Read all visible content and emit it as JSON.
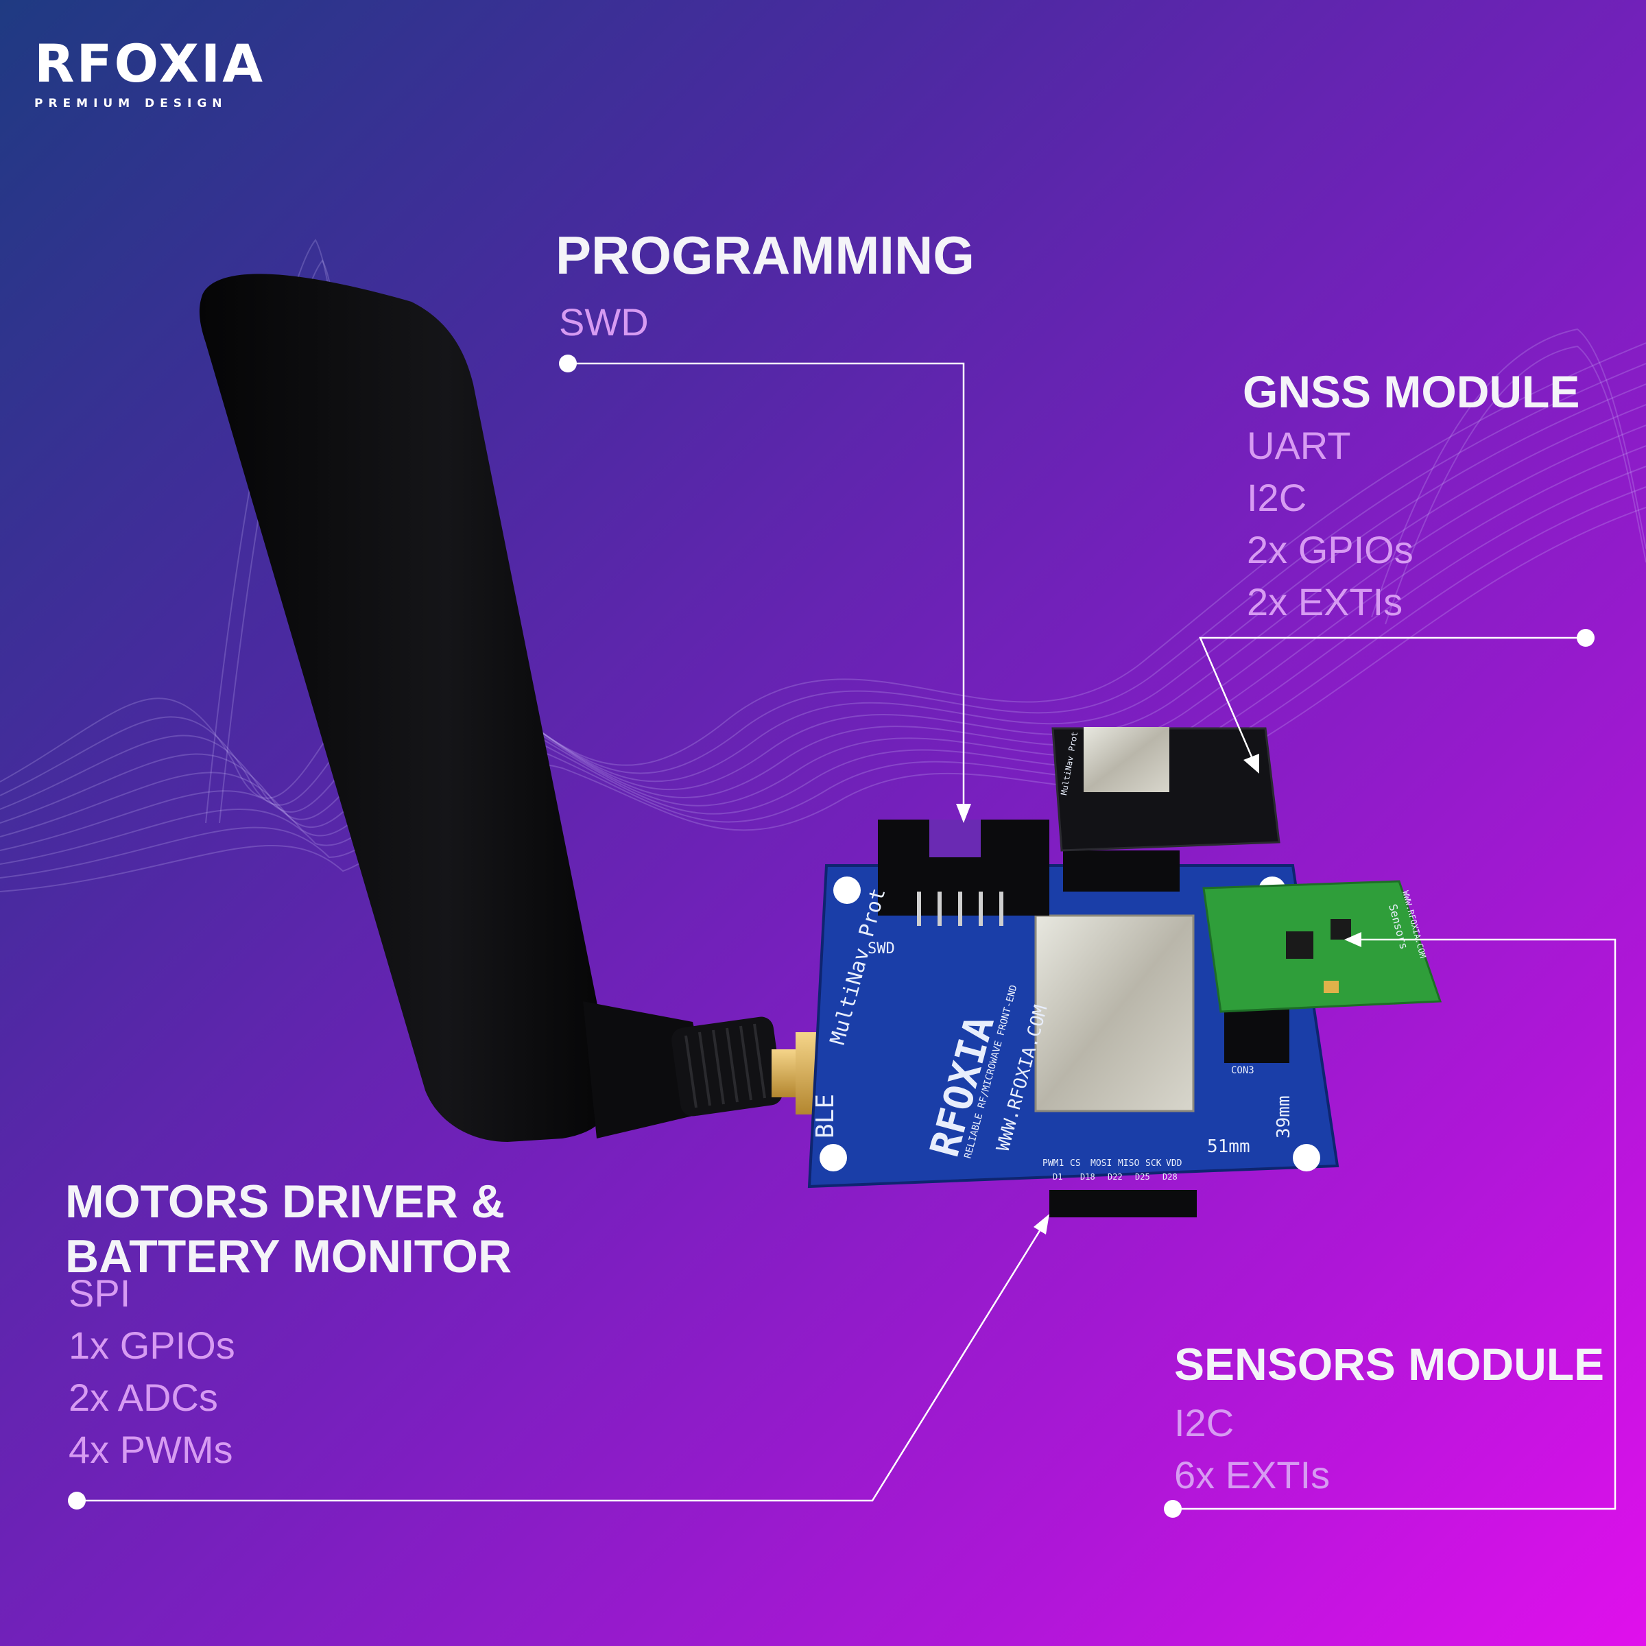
{
  "logo": {
    "wordmark": "RFOXIA",
    "tagline": "PREMIUM DESIGN"
  },
  "callouts": {
    "programming": {
      "title": "PROGRAMMING",
      "items": [
        "SWD"
      ]
    },
    "gnss": {
      "title": "GNSS MODULE",
      "items": [
        "UART",
        "I2C",
        "2x GPIOs",
        "2x EXTIs"
      ]
    },
    "motors": {
      "title_line1": "MOTORS DRIVER &",
      "title_line2": "BATTERY MONITOR",
      "items": [
        "SPI",
        "1x GPIOs",
        "2x ADCs",
        "4x PWMs"
      ]
    },
    "sensors": {
      "title": "SENSORS MODULE",
      "items": [
        "I2C",
        "6x EXTIs"
      ]
    }
  },
  "board": {
    "name": "MultiNav Prot",
    "brand": "RFOXIA",
    "tagline": "RELIABLE RF/MICROWAVE FRONT-END",
    "url": "WWW.RFOXIA.COM",
    "ble_label": "BLE",
    "swd_label": "SWD",
    "dim_width": "51mm",
    "dim_height": "39mm",
    "con_label": "CON3",
    "pin_labels": [
      "PWM1",
      "CS",
      "MOSI",
      "MISO",
      "SCK",
      "VDD"
    ],
    "pin_ids": [
      "D1",
      "D18",
      "D22",
      "D25",
      "D28"
    ],
    "gnss_board_name": "MultiNav Prot",
    "sensor_board_url": "WWW.RFOXIA.COM",
    "sensor_board_name": "Sensors"
  },
  "colors": {
    "background_start": "#1f3a82",
    "background_end": "#e010ec",
    "heading": "#f4f4f8",
    "subtext": "#d79bf2",
    "pcb_blue": "#1a3ea8",
    "sensor_green": "#2f9e3a",
    "antenna": "#0d0d0f"
  }
}
